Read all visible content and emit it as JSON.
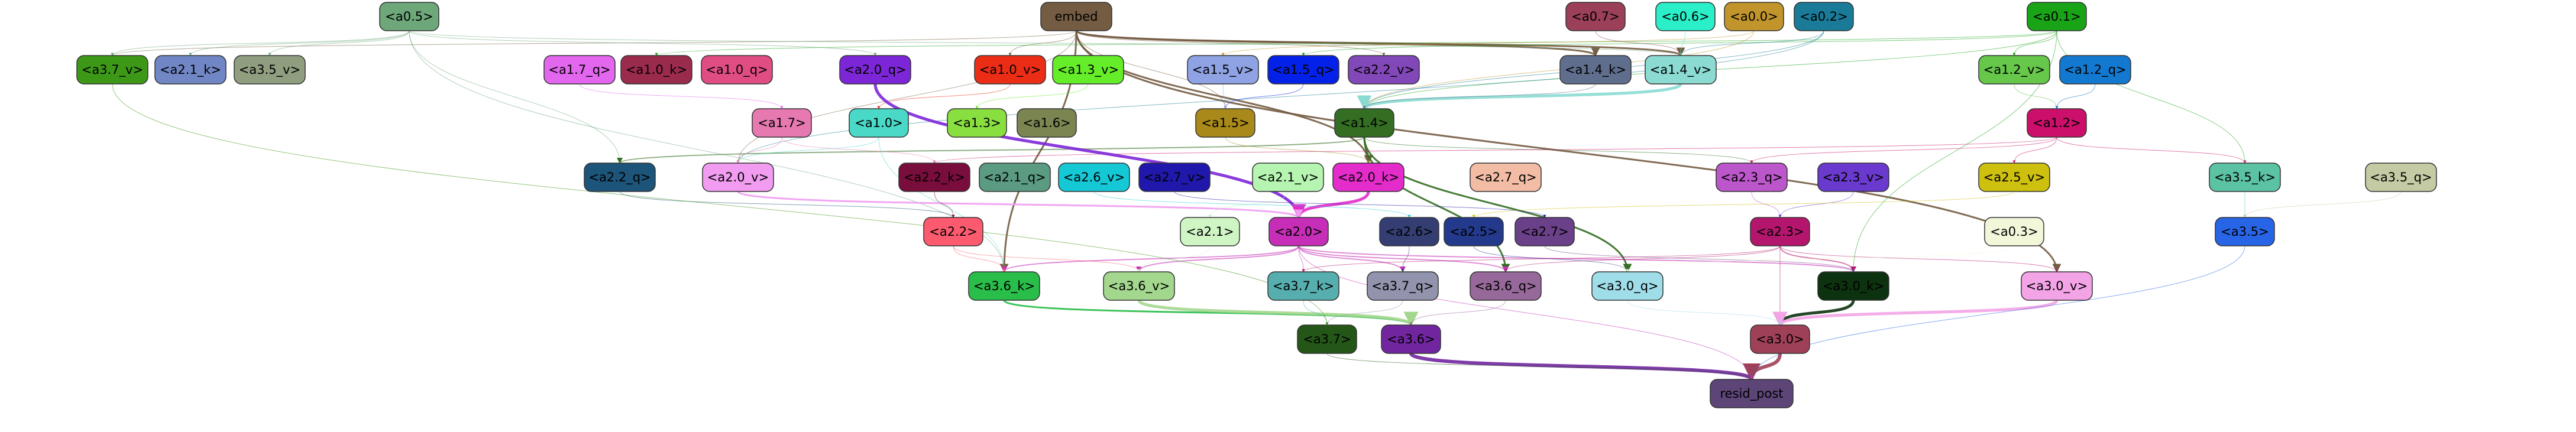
{
  "nodes": [
    {
      "id": "embed",
      "label": "embed",
      "fill": "#745c42",
      "text": "#000000"
    },
    {
      "id": "a0.7",
      "label": "<a0.7>",
      "fill": "#9b4058",
      "text": "#000000"
    },
    {
      "id": "a0.6",
      "label": "<a0.6>",
      "fill": "#2befc8",
      "text": "#000000"
    },
    {
      "id": "a0.0",
      "label": "<a0.0>",
      "fill": "#c2952c",
      "text": "#000000"
    },
    {
      "id": "a0.2",
      "label": "<a0.2>",
      "fill": "#1a7b99",
      "text": "#000000"
    },
    {
      "id": "a0.1",
      "label": "<a0.1>",
      "fill": "#19a418",
      "text": "#000000"
    },
    {
      "id": "a0.5",
      "label": "<a0.5>",
      "fill": "#6da77a",
      "text": "#000000"
    },
    {
      "id": "a3.7_v",
      "label": "<a3.7_v>",
      "fill": "#3d9817",
      "text": "#000000"
    },
    {
      "id": "a2.1_k",
      "label": "<a2.1_k>",
      "fill": "#7086c5",
      "text": "#000000"
    },
    {
      "id": "a3.5_v",
      "label": "<a3.5_v>",
      "fill": "#909e80",
      "text": "#000000"
    },
    {
      "id": "a1.7_q",
      "label": "<a1.7_q>",
      "fill": "#e366ef",
      "text": "#000000"
    },
    {
      "id": "a1.0_k",
      "label": "<a1.0_k>",
      "fill": "#9a2b4d",
      "text": "#000000"
    },
    {
      "id": "a1.0_q",
      "label": "<a1.0_q>",
      "fill": "#e04d83",
      "text": "#000000"
    },
    {
      "id": "a2.0_q",
      "label": "<a2.0_q>",
      "fill": "#7d26d7",
      "text": "#000000"
    },
    {
      "id": "a1.0_v",
      "label": "<a1.0_v>",
      "fill": "#ec2d16",
      "text": "#000000"
    },
    {
      "id": "a1.3_v",
      "label": "<a1.3_v>",
      "fill": "#64ed28",
      "text": "#000000"
    },
    {
      "id": "a1.5_v",
      "label": "<a1.5_v>",
      "fill": "#8fa2e4",
      "text": "#000000"
    },
    {
      "id": "a1.5_q",
      "label": "<a1.5_q>",
      "fill": "#0421e9",
      "text": "#000000"
    },
    {
      "id": "a2.2_v",
      "label": "<a2.2_v>",
      "fill": "#8247b8",
      "text": "#000000"
    },
    {
      "id": "a1.4_k",
      "label": "<a1.4_k>",
      "fill": "#5f6e8d",
      "text": "#000000"
    },
    {
      "id": "a1.4_v",
      "label": "<a1.4_v>",
      "fill": "#8bdbd3",
      "text": "#000000"
    },
    {
      "id": "a1.2_v",
      "label": "<a1.2_v>",
      "fill": "#66c74b",
      "text": "#000000"
    },
    {
      "id": "a1.2_q",
      "label": "<a1.2_q>",
      "fill": "#1379d0",
      "text": "#000000"
    },
    {
      "id": "a1.7",
      "label": "<a1.7>",
      "fill": "#e579b0",
      "text": "#000000"
    },
    {
      "id": "a1.0",
      "label": "<a1.0>",
      "fill": "#4ad9c7",
      "text": "#000000"
    },
    {
      "id": "a1.3",
      "label": "<a1.3>",
      "fill": "#89de40",
      "text": "#000000"
    },
    {
      "id": "a1.6",
      "label": "<a1.6>",
      "fill": "#7a8551",
      "text": "#000000"
    },
    {
      "id": "a1.5",
      "label": "<a1.5>",
      "fill": "#a8891a",
      "text": "#000000"
    },
    {
      "id": "a1.4",
      "label": "<a1.4>",
      "fill": "#336e22",
      "text": "#000000"
    },
    {
      "id": "a1.2",
      "label": "<a1.2>",
      "fill": "#cc0f6b",
      "text": "#000000"
    },
    {
      "id": "a2.2_q",
      "label": "<a2.2_q>",
      "fill": "#1d5479",
      "text": "#000000"
    },
    {
      "id": "a2.0_v",
      "label": "<a2.0_v>",
      "fill": "#f19cf1",
      "text": "#000000"
    },
    {
      "id": "a2.2_k",
      "label": "<a2.2_k>",
      "fill": "#790d3b",
      "text": "#000000"
    },
    {
      "id": "a2.1_q",
      "label": "<a2.1_q>",
      "fill": "#5a9b82",
      "text": "#000000"
    },
    {
      "id": "a2.6_v",
      "label": "<a2.6_v>",
      "fill": "#15c8d6",
      "text": "#000000"
    },
    {
      "id": "a2.7_v",
      "label": "<a2.7_v>",
      "fill": "#2018aa",
      "text": "#000000"
    },
    {
      "id": "a2.1_v",
      "label": "<a2.1_v>",
      "fill": "#b6f5b1",
      "text": "#000000"
    },
    {
      "id": "a2.0_k",
      "label": "<a2.0_k>",
      "fill": "#e42ccb",
      "text": "#000000"
    },
    {
      "id": "a2.7_q",
      "label": "<a2.7_q>",
      "fill": "#f3bca5",
      "text": "#000000"
    },
    {
      "id": "a2.3_q",
      "label": "<a2.3_q>",
      "fill": "#bc56cb",
      "text": "#000000"
    },
    {
      "id": "a2.3_v",
      "label": "<a2.3_v>",
      "fill": "#6a39cd",
      "text": "#000000"
    },
    {
      "id": "a2.5_v",
      "label": "<a2.5_v>",
      "fill": "#cec00f",
      "text": "#000000"
    },
    {
      "id": "a3.5_k",
      "label": "<a3.5_k>",
      "fill": "#5cc2a4",
      "text": "#000000"
    },
    {
      "id": "a3.5_q",
      "label": "<a3.5_q>",
      "fill": "#c4cba4",
      "text": "#000000"
    },
    {
      "id": "a2.2",
      "label": "<a2.2>",
      "fill": "#fc5b6f",
      "text": "#000000"
    },
    {
      "id": "a2.1",
      "label": "<a2.1>",
      "fill": "#d0f5c5",
      "text": "#000000"
    },
    {
      "id": "a2.0",
      "label": "<a2.0>",
      "fill": "#c62eb7",
      "text": "#000000"
    },
    {
      "id": "a2.6",
      "label": "<a2.6>",
      "fill": "#343e73",
      "text": "#000000"
    },
    {
      "id": "a2.5",
      "label": "<a2.5>",
      "fill": "#23398c",
      "text": "#000000"
    },
    {
      "id": "a2.7",
      "label": "<a2.7>",
      "fill": "#6a4088",
      "text": "#000000"
    },
    {
      "id": "a2.3",
      "label": "<a2.3>",
      "fill": "#b4166d",
      "text": "#000000"
    },
    {
      "id": "a0.3",
      "label": "<a0.3>",
      "fill": "#f2f7d9",
      "text": "#000000"
    },
    {
      "id": "a3.5",
      "label": "<a3.5>",
      "fill": "#2764e6",
      "text": "#000000"
    },
    {
      "id": "a3.6_k",
      "label": "<a3.6_k>",
      "fill": "#29bd49",
      "text": "#000000"
    },
    {
      "id": "a3.6_v",
      "label": "<a3.6_v>",
      "fill": "#a4d78e",
      "text": "#000000"
    },
    {
      "id": "a3.7_k",
      "label": "<a3.7_k>",
      "fill": "#56afae",
      "text": "#000000"
    },
    {
      "id": "a3.7_q",
      "label": "<a3.7_q>",
      "fill": "#9194ac",
      "text": "#000000"
    },
    {
      "id": "a3.6_q",
      "label": "<a3.6_q>",
      "fill": "#97689a",
      "text": "#000000"
    },
    {
      "id": "a3.0_q",
      "label": "<a3.0_q>",
      "fill": "#9fdde9",
      "text": "#000000"
    },
    {
      "id": "a3.0_k",
      "label": "<a3.0_k>",
      "fill": "#0d3210",
      "text": "#000000"
    },
    {
      "id": "a3.0_v",
      "label": "<a3.0_v>",
      "fill": "#f3a4e6",
      "text": "#000000"
    },
    {
      "id": "a3.7",
      "label": "<a3.7>",
      "fill": "#245618",
      "text": "#000000"
    },
    {
      "id": "a3.6",
      "label": "<a3.6>",
      "fill": "#7126a0",
      "text": "#000000"
    },
    {
      "id": "a3.0",
      "label": "<a3.0>",
      "fill": "#9e4157",
      "text": "#000000"
    },
    {
      "id": "resid_post",
      "label": "resid_post",
      "fill": "#5d4578",
      "text": "#000000"
    }
  ],
  "edges": [
    {
      "from": "embed",
      "to": "a1.4_v",
      "color": "#745c42",
      "weight": 3
    },
    {
      "from": "embed",
      "to": "a1.4_k",
      "color": "#745c42",
      "weight": 3
    },
    {
      "from": "embed",
      "to": "a2.0_k",
      "color": "#745c42",
      "weight": 3
    },
    {
      "from": "embed",
      "to": "a3.6_k",
      "color": "#745c42",
      "weight": 3
    },
    {
      "from": "embed",
      "to": "a3.0_v",
      "color": "#745c42",
      "weight": 3
    },
    {
      "from": "embed",
      "to": "a3.7_v",
      "color": "#745c42",
      "weight": 1
    },
    {
      "from": "embed",
      "to": "a1.0_v",
      "color": "#745c42",
      "weight": 1
    },
    {
      "from": "embed",
      "to": "a1.5",
      "color": "#745c42",
      "weight": 1
    },
    {
      "from": "embed",
      "to": "a2.0_v",
      "color": "#745c42",
      "weight": 1
    },
    {
      "from": "embed",
      "to": "a2.2_v",
      "color": "#745c42",
      "weight": 1
    },
    {
      "from": "a0.1",
      "to": "a1.4",
      "color": "#19a418",
      "weight": 1
    },
    {
      "from": "a0.1",
      "to": "a1.2_v",
      "color": "#19a418",
      "weight": 1
    },
    {
      "from": "a0.1",
      "to": "a3.0_k",
      "color": "#19a418",
      "weight": 1
    },
    {
      "from": "a0.1",
      "to": "a3.5_k",
      "color": "#19a418",
      "weight": 1
    },
    {
      "from": "a0.1",
      "to": "a1.5_q",
      "color": "#19a418",
      "weight": 1
    },
    {
      "from": "a0.1",
      "to": "a1.0_k",
      "color": "#19a418",
      "weight": 1
    },
    {
      "from": "a0.2",
      "to": "a1.4_v",
      "color": "#1a7b99",
      "weight": 1
    },
    {
      "from": "a0.2",
      "to": "a1.4",
      "color": "#1a7b99",
      "weight": 1
    },
    {
      "from": "a0.2",
      "to": "a2.0_v",
      "color": "#1a7b99",
      "weight": 1
    },
    {
      "from": "a0.0",
      "to": "a1.4",
      "color": "#c2952c",
      "weight": 1
    },
    {
      "from": "a0.0",
      "to": "a1.5_v",
      "color": "#c2952c",
      "weight": 1
    },
    {
      "from": "a0.6",
      "to": "a1.4_v",
      "color": "#2befc8",
      "weight": 1
    },
    {
      "from": "a0.7",
      "to": "a1.4_v",
      "color": "#9b4058",
      "weight": 1
    },
    {
      "from": "a0.5",
      "to": "a3.7_v",
      "color": "#6da77a",
      "weight": 1
    },
    {
      "from": "a0.5",
      "to": "a2.1_k",
      "color": "#6da77a",
      "weight": 1
    },
    {
      "from": "a0.5",
      "to": "a3.5_v",
      "color": "#6da77a",
      "weight": 1
    },
    {
      "from": "a0.5",
      "to": "a2.0_q",
      "color": "#6da77a",
      "weight": 1
    },
    {
      "from": "a0.5",
      "to": "a1.4_v",
      "color": "#6da77a",
      "weight": 1
    },
    {
      "from": "a0.5",
      "to": "a2.2_q",
      "color": "#6da77a",
      "weight": 1
    },
    {
      "from": "a0.5",
      "to": "a3.6_k",
      "color": "#6da77a",
      "weight": 1
    },
    {
      "from": "a1.4_v",
      "to": "a1.4",
      "color": "#8bdbd3",
      "weight": 5
    },
    {
      "from": "a1.4_k",
      "to": "a1.4",
      "color": "#5f6e8d",
      "weight": 1
    },
    {
      "from": "a1.5_q",
      "to": "a1.5",
      "color": "#0421e9",
      "weight": 1
    },
    {
      "from": "a1.5_v",
      "to": "a1.5",
      "color": "#8fa2e4",
      "weight": 1
    },
    {
      "from": "a1.0_v",
      "to": "a1.0",
      "color": "#ec2d16",
      "weight": 1
    },
    {
      "from": "a1.3_v",
      "to": "a1.3",
      "color": "#64ed28",
      "weight": 1
    },
    {
      "from": "a1.2_v",
      "to": "a1.2",
      "color": "#66c74b",
      "weight": 1
    },
    {
      "from": "a1.2_q",
      "to": "a1.2",
      "color": "#1379d0",
      "weight": 1
    },
    {
      "from": "a1.7_q",
      "to": "a1.7",
      "color": "#e366ef",
      "weight": 1
    },
    {
      "from": "a1.4",
      "to": "a2.2_q",
      "color": "#336e22",
      "weight": 2
    },
    {
      "from": "a1.4",
      "to": "a3.6_q",
      "color": "#336e22",
      "weight": 3
    },
    {
      "from": "a1.4",
      "to": "a3.0_q",
      "color": "#336e22",
      "weight": 3
    },
    {
      "from": "a1.4",
      "to": "a2.3_q",
      "color": "#336e22",
      "weight": 1
    },
    {
      "from": "a1.4",
      "to": "a2.0_k",
      "color": "#336e22",
      "weight": 1
    },
    {
      "from": "a1.2",
      "to": "a2.5_v",
      "color": "#cc0f6b",
      "weight": 1
    },
    {
      "from": "a1.2",
      "to": "a2.3_q",
      "color": "#cc0f6b",
      "weight": 1
    },
    {
      "from": "a1.2",
      "to": "a3.5_k",
      "color": "#cc0f6b",
      "weight": 1
    },
    {
      "from": "a1.2",
      "to": "a2.2_k",
      "color": "#cc0f6b",
      "weight": 1
    },
    {
      "from": "a1.0",
      "to": "a2.0_v",
      "color": "#4ad9c7",
      "weight": 1
    },
    {
      "from": "a1.0",
      "to": "a3.6_k",
      "color": "#4ad9c7",
      "weight": 1
    },
    {
      "from": "a1.7",
      "to": "a2.2_k",
      "color": "#e579b0",
      "weight": 1
    },
    {
      "from": "a1.7",
      "to": "a2.0_v",
      "color": "#e579b0",
      "weight": 1
    },
    {
      "from": "a1.5",
      "to": "a2.0_k",
      "color": "#a8891a",
      "weight": 1
    },
    {
      "from": "a2.0_q",
      "to": "a2.0",
      "color": "#7d26d7",
      "weight": 5
    },
    {
      "from": "a2.0_k",
      "to": "a2.0",
      "color": "#e42ccb",
      "weight": 5
    },
    {
      "from": "a2.0_v",
      "to": "a2.0",
      "color": "#f19cf1",
      "weight": 3
    },
    {
      "from": "a2.2_q",
      "to": "a2.2",
      "color": "#1d5479",
      "weight": 1
    },
    {
      "from": "a2.2_k",
      "to": "a2.2",
      "color": "#790d3b",
      "weight": 1
    },
    {
      "from": "a2.1_v",
      "to": "a2.1",
      "color": "#b6f5b1",
      "weight": 1
    },
    {
      "from": "a2.7_v",
      "to": "a2.7",
      "color": "#2018aa",
      "weight": 1
    },
    {
      "from": "a2.3_q",
      "to": "a2.3",
      "color": "#bc56cb",
      "weight": 1
    },
    {
      "from": "a2.3_v",
      "to": "a2.3",
      "color": "#6a39cd",
      "weight": 1
    },
    {
      "from": "a2.5_v",
      "to": "a2.5",
      "color": "#cec00f",
      "weight": 1
    },
    {
      "from": "a2.6_v",
      "to": "a2.6",
      "color": "#15c8d6",
      "weight": 1
    },
    {
      "from": "a2.0",
      "to": "a3.6_k",
      "color": "#c62eb7",
      "weight": 2
    },
    {
      "from": "a2.0",
      "to": "a3.7_q",
      "color": "#c62eb7",
      "weight": 2
    },
    {
      "from": "a2.0",
      "to": "a3.0_k",
      "color": "#c62eb7",
      "weight": 2
    },
    {
      "from": "a2.0",
      "to": "a3.6_q",
      "color": "#c62eb7",
      "weight": 2
    },
    {
      "from": "a2.0",
      "to": "a3.6_v",
      "color": "#c62eb7",
      "weight": 2
    },
    {
      "from": "a2.0",
      "to": "a3.7_k",
      "color": "#c62eb7",
      "weight": 1
    },
    {
      "from": "a2.2",
      "to": "a3.6_k",
      "color": "#fc5b6f",
      "weight": 1
    },
    {
      "from": "a2.2",
      "to": "a3.6_v",
      "color": "#fc5b6f",
      "weight": 1
    },
    {
      "from": "a2.3",
      "to": "a3.0_k",
      "color": "#b4166d",
      "weight": 2
    },
    {
      "from": "a2.3",
      "to": "a3.0_v",
      "color": "#b4166d",
      "weight": 1
    },
    {
      "from": "a2.3",
      "to": "a3.6_q",
      "color": "#b4166d",
      "weight": 1
    },
    {
      "from": "a2.3",
      "to": "a3.7_k",
      "color": "#b4166d",
      "weight": 1
    },
    {
      "from": "a2.3",
      "to": "a3.0",
      "color": "#b4166d",
      "weight": 1
    },
    {
      "from": "a2.5",
      "to": "a3.0_q",
      "color": "#23398c",
      "weight": 1
    },
    {
      "from": "a2.6",
      "to": "a3.7_q",
      "color": "#343e73",
      "weight": 1
    },
    {
      "from": "a2.7",
      "to": "a3.0_k",
      "color": "#6a4088",
      "weight": 1
    },
    {
      "from": "a2.1",
      "to": "a3.6_v",
      "color": "#d0f5c5",
      "weight": 1
    },
    {
      "from": "a0.3",
      "to": "a3.0_q",
      "color": "#f2f7d9",
      "weight": 1
    },
    {
      "from": "a3.5_k",
      "to": "a3.5",
      "color": "#5cc2a4",
      "weight": 1
    },
    {
      "from": "a3.5_q",
      "to": "a3.5",
      "color": "#c4cba4",
      "weight": 1
    },
    {
      "from": "a3.6_k",
      "to": "a3.6",
      "color": "#29bd49",
      "weight": 3
    },
    {
      "from": "a3.6_v",
      "to": "a3.6",
      "color": "#a4d78e",
      "weight": 5
    },
    {
      "from": "a3.6_q",
      "to": "a3.6",
      "color": "#97689a",
      "weight": 1
    },
    {
      "from": "a3.7_k",
      "to": "a3.7",
      "color": "#56afae",
      "weight": 1
    },
    {
      "from": "a3.7_q",
      "to": "a3.7",
      "color": "#9194ac",
      "weight": 1
    },
    {
      "from": "a3.7_v",
      "to": "a3.7",
      "color": "#3d9817",
      "weight": 1
    },
    {
      "from": "a3.0_k",
      "to": "a3.0",
      "color": "#0d3210",
      "weight": 5
    },
    {
      "from": "a3.0_v",
      "to": "a3.0",
      "color": "#f3a4e6",
      "weight": 5
    },
    {
      "from": "a3.0_q",
      "to": "a3.0",
      "color": "#9fdde9",
      "weight": 1
    },
    {
      "from": "a3.6",
      "to": "resid_post",
      "color": "#7126a0",
      "weight": 6
    },
    {
      "from": "a3.0",
      "to": "resid_post",
      "color": "#9e4157",
      "weight": 6
    },
    {
      "from": "a3.7",
      "to": "resid_post",
      "color": "#245618",
      "weight": 1
    },
    {
      "from": "a3.5",
      "to": "resid_post",
      "color": "#2764e6",
      "weight": 1
    },
    {
      "from": "a2.0",
      "to": "resid_post",
      "color": "#c62eb7",
      "weight": 1
    }
  ]
}
